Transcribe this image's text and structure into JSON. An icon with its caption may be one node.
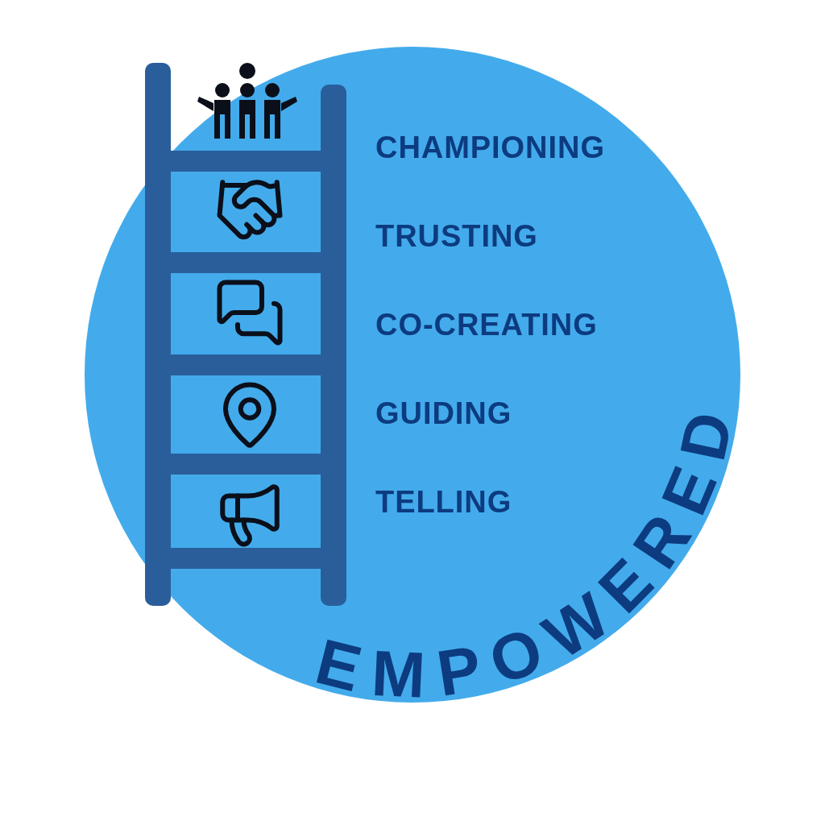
{
  "diagram": {
    "labels": [
      "CHAMPIONING",
      "TRUSTING",
      "CO-CREATING",
      "GUIDING",
      "TELLING",
      "EMPOWERED"
    ]
  }
}
